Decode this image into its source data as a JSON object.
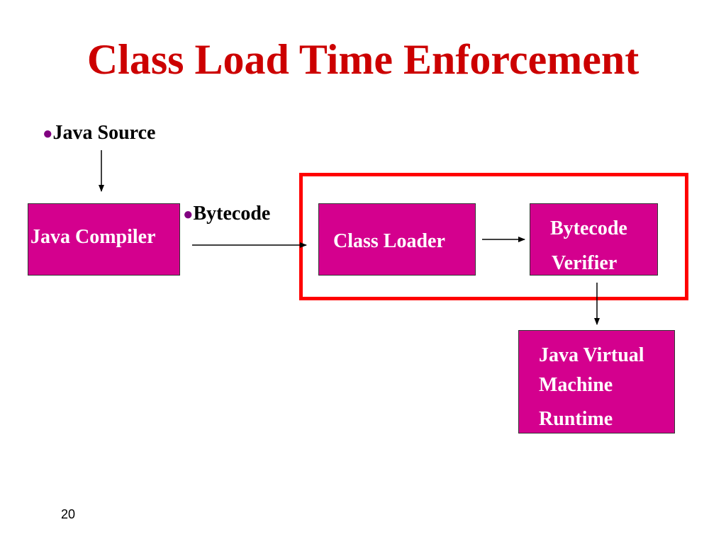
{
  "slide": {
    "title": "Class Load Time Enforcement",
    "page_number": "20"
  },
  "bullets": {
    "java_source": "Java Source",
    "bytecode": "Bytecode"
  },
  "boxes": {
    "java_compiler": {
      "label": "Java Compiler"
    },
    "class_loader": {
      "label": "Class Loader"
    },
    "bytecode_verifier": {
      "line1": "Bytecode",
      "line2": "Verifier"
    },
    "jvm_runtime": {
      "line1": "Java Virtual",
      "line2": "Machine",
      "line3": "Runtime"
    }
  },
  "colors": {
    "title": "#cc0000",
    "box_fill": "#d4008e",
    "highlight_frame": "#ff0000",
    "bullet_dot": "#800080"
  }
}
